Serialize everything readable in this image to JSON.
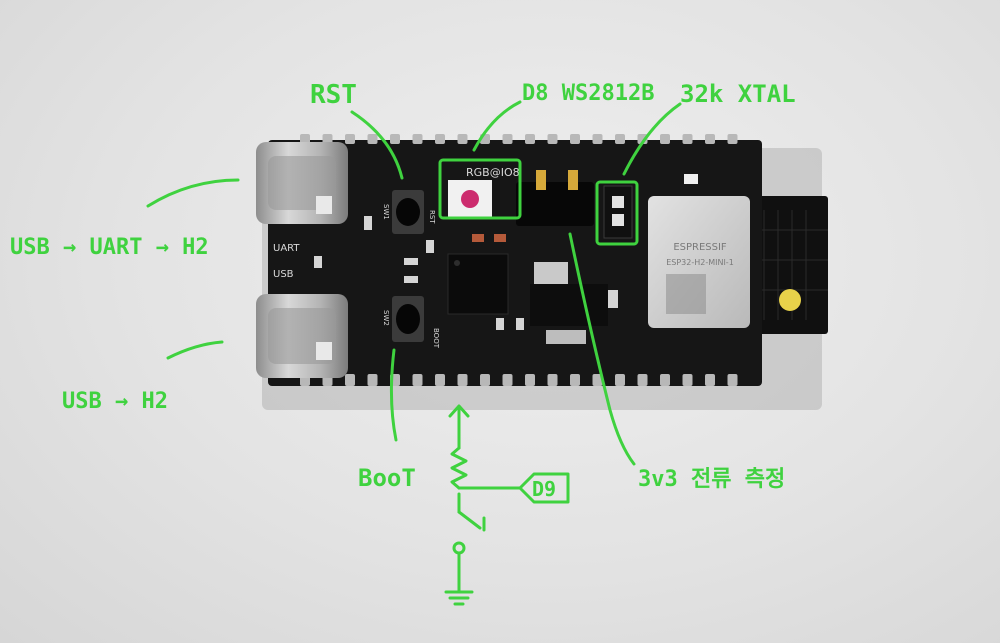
{
  "annotations": {
    "rst": "RST",
    "rgb_led": "D8 WS2812B",
    "xtal": "32k XTAL",
    "usb_uart": "USB → UART → H2",
    "usb_h2": "USB → H2",
    "boot": "BooT",
    "current": "3v3 전류 측정",
    "d9": "D9"
  },
  "silkscreen": {
    "rgb": "RGB@IO8",
    "uart": "UART",
    "usb": "USB",
    "boot": "BOOT",
    "rst": "RST",
    "sw1": "SW1",
    "sw2": "SW2"
  },
  "module": {
    "brand": "ESPRESSIF",
    "model": "ESP32-H2-MINI-1"
  },
  "colors": {
    "annotation": "#3fd23f",
    "pcb": "#161616",
    "background": "#e4e4e4"
  }
}
